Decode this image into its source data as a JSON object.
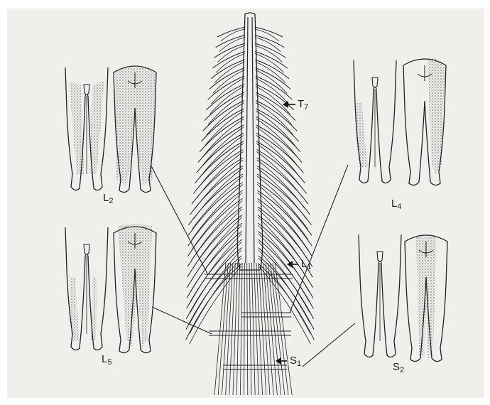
{
  "figure": {
    "panels": [
      {
        "letter": "L",
        "num": "2"
      },
      {
        "letter": "L",
        "num": "5"
      },
      {
        "letter": "L",
        "num": "4"
      },
      {
        "letter": "S",
        "num": "2"
      }
    ],
    "pointers": [
      {
        "letter": "T",
        "num": "7"
      },
      {
        "letter": "L",
        "num": "1"
      },
      {
        "letter": "S",
        "num": "1"
      }
    ]
  }
}
